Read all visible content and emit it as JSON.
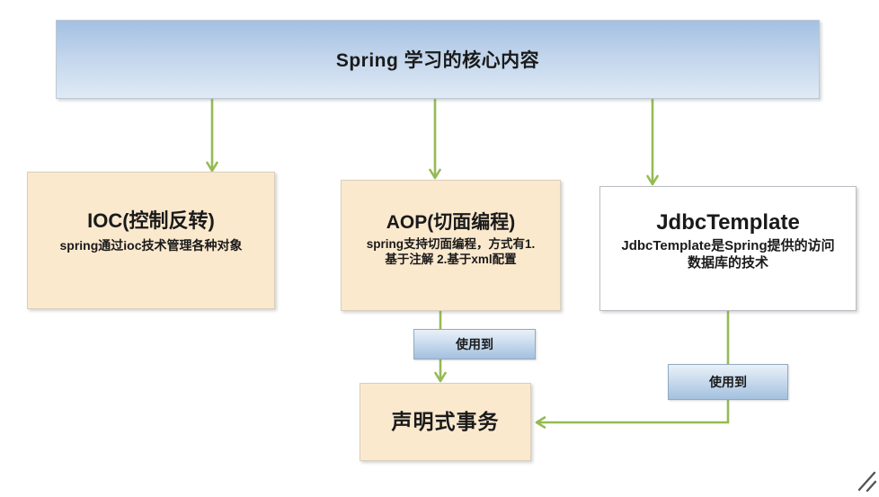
{
  "banner": {
    "label": "Spring 学习的核心内容"
  },
  "nodes": {
    "ioc": {
      "title": "IOC(控制反转)",
      "desc": "spring通过ioc技术管理各种对象"
    },
    "aop": {
      "title": "AOP(切面编程)",
      "desc_line1": "spring支持切面编程，方式有1.",
      "desc_line2": "基于注解 2.基于xml配置"
    },
    "jdbc": {
      "title": "JdbcTemplate",
      "desc_line1": "JdbcTemplate是Spring提供的访问",
      "desc_line2": "数据库的技术"
    },
    "tx": {
      "title": "声明式事务"
    }
  },
  "badges": {
    "aop_to_tx": {
      "label": "使用到"
    },
    "jdbc_to_tx": {
      "label": "使用到"
    }
  },
  "icons": {
    "resize_handle": "resize-grip-icon"
  },
  "colors": {
    "arrow_green": "#95ba55",
    "banner_gradient_top": "#a3c0e2",
    "banner_gradient_bottom": "#dfeaf5",
    "node_fill_tan": "#fbe9ce",
    "node_fill_white": "#ffffff",
    "badge_gradient_top": "#e9f1f8",
    "badge_gradient_bottom": "#a3c0de",
    "text": "#1a1a1a"
  }
}
